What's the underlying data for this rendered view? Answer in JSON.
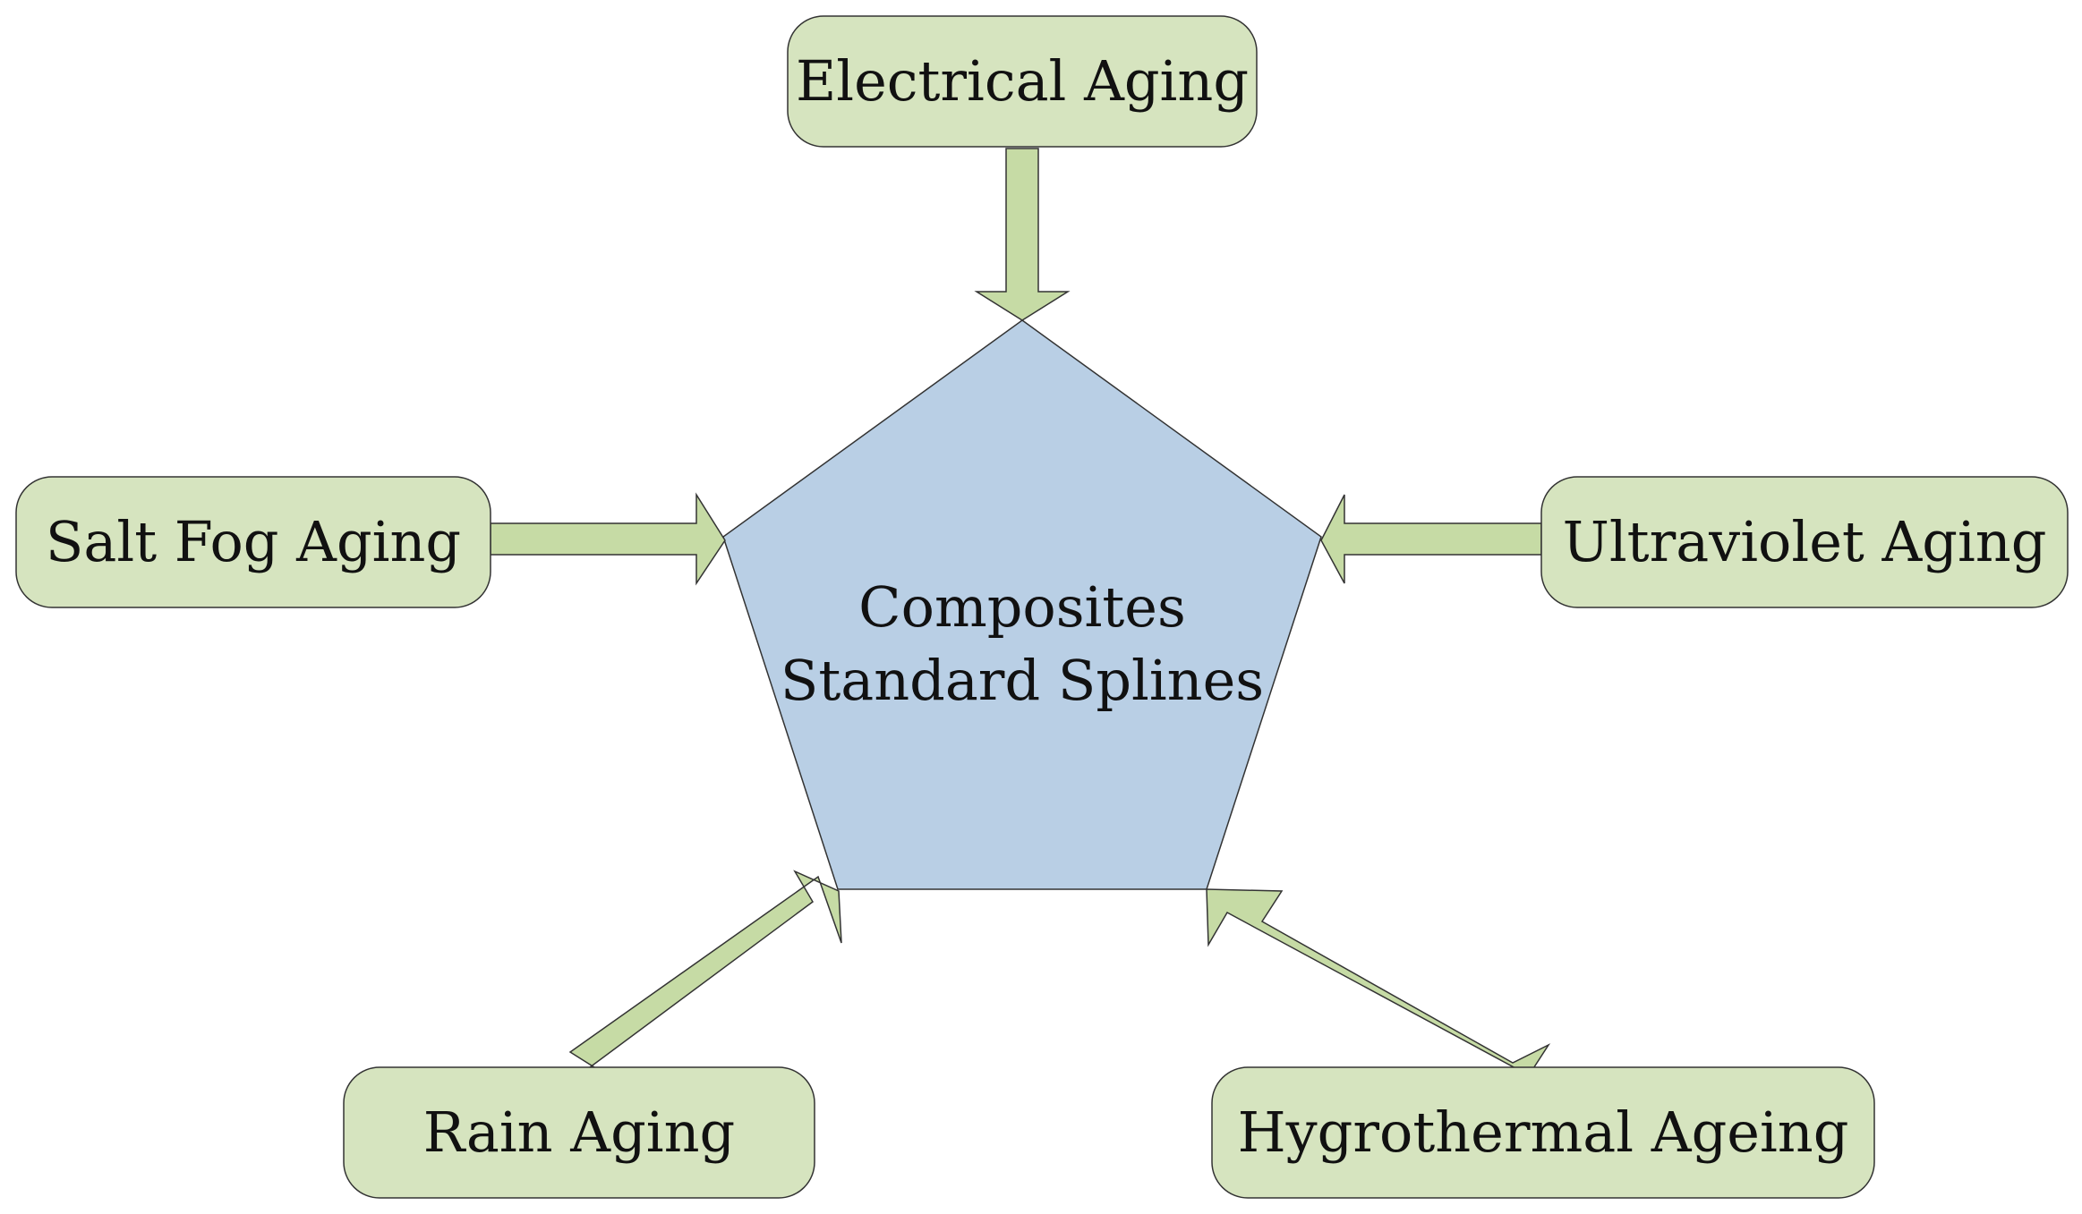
{
  "center": {
    "line1": "Composites",
    "line2": "Standard Splines"
  },
  "nodes": {
    "electrical": {
      "label": "Electrical Aging"
    },
    "salt_fog": {
      "label": "Salt Fog Aging"
    },
    "ultraviolet": {
      "label": "Ultraviolet Aging"
    },
    "rain": {
      "label": "Rain Aging"
    },
    "hygrothermal": {
      "label": "Hygrothermal Ageing"
    }
  },
  "colors": {
    "box_fill": "#d6e4bf",
    "arrow_fill": "#c6dba5",
    "pentagon_fill": "#b9cfe5",
    "stroke": "#333333"
  }
}
